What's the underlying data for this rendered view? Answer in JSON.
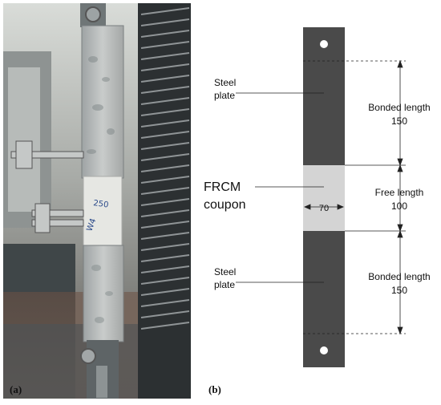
{
  "panel_a": {
    "label": "(a)",
    "specimen_marking_1": "250",
    "specimen_marking_2": "W4"
  },
  "panel_b": {
    "label": "(b)",
    "steel_plate_top": [
      "Steel",
      "plate"
    ],
    "steel_plate_bottom": [
      "Steel",
      "plate"
    ],
    "frcm_coupon": [
      "FRCM",
      "coupon"
    ],
    "width_dim": "70",
    "bonded_top": [
      "Bonded length",
      "150"
    ],
    "free_len": [
      "Free length",
      "100"
    ],
    "bonded_bottom": [
      "Bonded length",
      "150"
    ]
  },
  "colors": {
    "steel": "#4a4a4a",
    "coupon": "#d4d4d4",
    "dim_line": "#222222"
  }
}
